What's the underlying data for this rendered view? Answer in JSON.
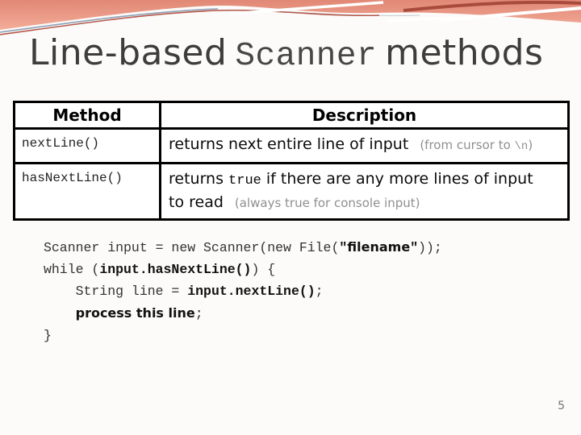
{
  "slide": {
    "page_number": "5"
  },
  "title": {
    "text_before": "Line-based",
    "code_word": "Scanner",
    "text_after": "methods"
  },
  "table": {
    "method_header": "Method",
    "description_header": "Description",
    "rows": [
      {
        "method": "nextLine()",
        "desc_main": "returns next entire line of input",
        "note_pre": "(from cursor to ",
        "note_code": "\\n",
        "note_post": ")"
      },
      {
        "method": "hasNextLine()",
        "desc_pre": "returns ",
        "desc_code": "true",
        "desc_post": " if there are any more lines of input",
        "desc_line2": "to read",
        "note": "(always true for console input)"
      }
    ]
  },
  "code": {
    "lines": [
      [
        {
          "t": "Scanner input = new Scanner(new File(",
          "s": "mono"
        },
        {
          "t": "\"",
          "s": "monobold"
        },
        {
          "t": "filename",
          "s": "sansbold"
        },
        {
          "t": "\"",
          "s": "monobold"
        },
        {
          "t": "));",
          "s": "mono"
        }
      ],
      [
        {
          "t": "while (",
          "s": "mono"
        },
        {
          "t": "input.hasNextLine()",
          "s": "monobold"
        },
        {
          "t": ") {",
          "s": "mono"
        }
      ],
      [
        {
          "t": "    String line = ",
          "s": "mono"
        },
        {
          "t": "input.nextLine()",
          "s": "monobold"
        },
        {
          "t": ";",
          "s": "mono"
        }
      ],
      [
        {
          "t": "    ",
          "s": "mono"
        },
        {
          "t": "process this line",
          "s": "sansbold"
        },
        {
          "t": ";",
          "s": "mono"
        }
      ],
      [
        {
          "t": "}",
          "s": "mono"
        }
      ]
    ]
  },
  "colors": {
    "banner_gradient_top": "#e18876",
    "banner_gradient_bottom": "#f3ac98",
    "banner_accent_red": "#b5584a",
    "banner_accent_blue": "#8fa0b5",
    "note_gray": "#8f8f8f",
    "title_gray": "#3d3d3d"
  }
}
